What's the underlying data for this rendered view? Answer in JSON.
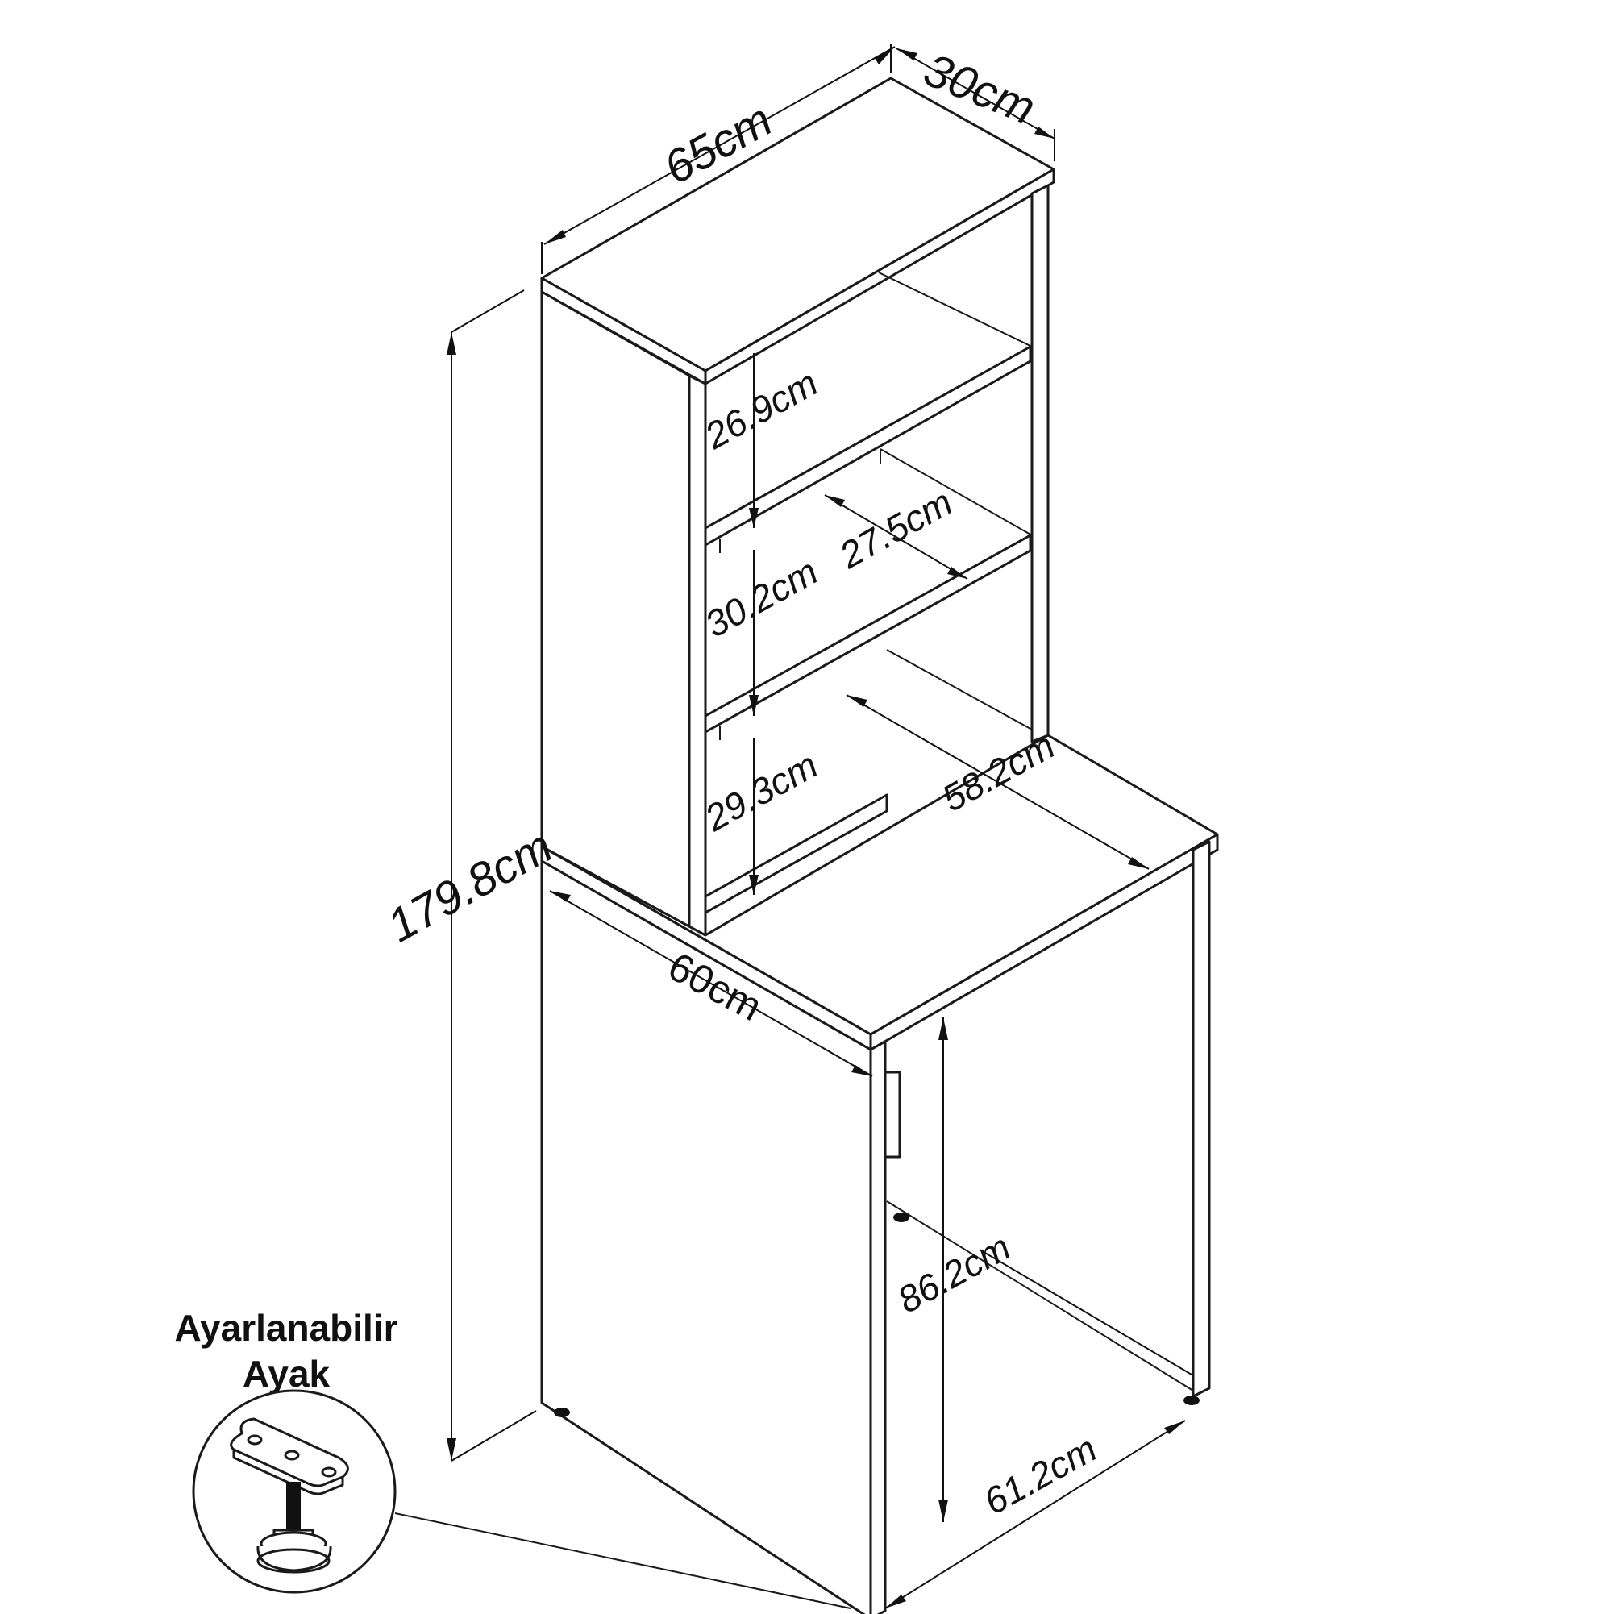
{
  "dimensions": {
    "top_width": "65cm",
    "top_depth": "30cm",
    "total_height": "179.8cm",
    "shelf_gap_1": "26.9cm",
    "shelf_gap_2": "30.2cm",
    "shelf_gap_3": "29.3cm",
    "shelf_depth": "27.5cm",
    "desk_depth": "58.2cm",
    "desk_width": "60cm",
    "desk_height": "86.2cm",
    "base_depth": "61.2cm"
  },
  "callout": {
    "title_line1": "Ayarlanabilir",
    "title_line2": "Ayak"
  },
  "colors": {
    "line": "#1a1a1a",
    "background": "#ffffff"
  }
}
